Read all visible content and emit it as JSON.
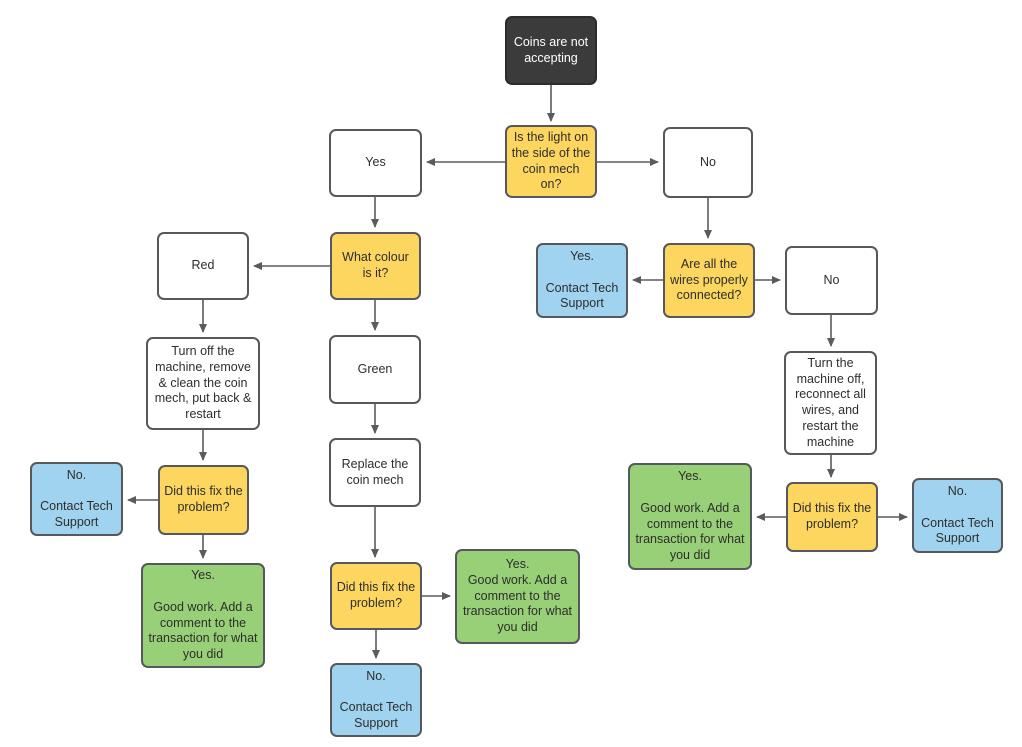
{
  "diagram": {
    "type": "flowchart",
    "topic": "Coins are not accepting"
  },
  "colors": {
    "start_fill": "#3b3b3b",
    "start_text": "#ffffff",
    "question_fill": "#fcd65f",
    "answer_fill": "#ffffff",
    "stop_fill": "#a0d3ef",
    "success_fill": "#97d077",
    "border": "#55585c",
    "connector": "#5b5b5b",
    "text": "#2e2e2e"
  },
  "nodes": {
    "start": {
      "label": "Coins are not accepting"
    },
    "q_light": {
      "label": "Is the light on the side of the coin mech on?"
    },
    "yes_light": {
      "label": "Yes"
    },
    "no_light": {
      "label": "No"
    },
    "q_colour": {
      "label": "What colour is it?"
    },
    "red": {
      "label": "Red"
    },
    "green": {
      "label": "Green"
    },
    "turn_off": {
      "label": "Turn off the machine, remove & clean the coin mech, put back & restart"
    },
    "did_fix_left": {
      "label": "Did this fix the problem?"
    },
    "no_support_left": {
      "label": "No.\n\nContact Tech Support"
    },
    "yes_good_left": {
      "label": "Yes.\n\nGood work. Add a comment to the transaction for what you did"
    },
    "replace": {
      "label": "Replace the coin mech"
    },
    "did_fix_mid": {
      "label": "Did this fix the problem?"
    },
    "yes_good_mid": {
      "label": "Yes.\nGood work. Add a comment to the transaction for what you did"
    },
    "no_support_mid": {
      "label": "No.\n\nContact Tech Support"
    },
    "yes_support_right": {
      "label": "Yes.\n\nContact Tech Support"
    },
    "q_wires": {
      "label": "Are all the wires properly connected?"
    },
    "no_wires": {
      "label": "No"
    },
    "turn_machine": {
      "label": "Turn the machine off, reconnect all wires, and restart the machine"
    },
    "did_fix_right": {
      "label": "Did this fix the problem?"
    },
    "yes_good_right": {
      "label": "Yes.\n\nGood work. Add a comment to the transaction for what you did"
    },
    "no_support_right": {
      "label": "No.\n\nContact Tech Support"
    }
  }
}
